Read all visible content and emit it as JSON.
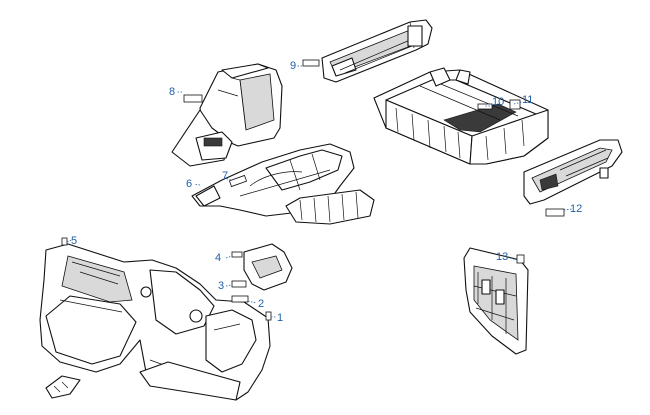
{
  "diagram": {
    "callouts": [
      {
        "id": "1",
        "text": "1"
      },
      {
        "id": "2",
        "text": "2"
      },
      {
        "id": "3",
        "text": "3"
      },
      {
        "id": "4",
        "text": "4"
      },
      {
        "id": "5",
        "text": "5"
      },
      {
        "id": "6",
        "text": "6"
      },
      {
        "id": "7",
        "text": "7"
      },
      {
        "id": "8",
        "text": "8"
      },
      {
        "id": "9",
        "text": "9"
      },
      {
        "id": "10",
        "text": "10"
      },
      {
        "id": "11",
        "text": "11"
      },
      {
        "id": "12",
        "text": "12"
      },
      {
        "id": "13",
        "text": "13"
      }
    ],
    "colors": {
      "callout": "#1f5fa8",
      "line": "#111111",
      "shade": "#d9d9d9"
    }
  }
}
